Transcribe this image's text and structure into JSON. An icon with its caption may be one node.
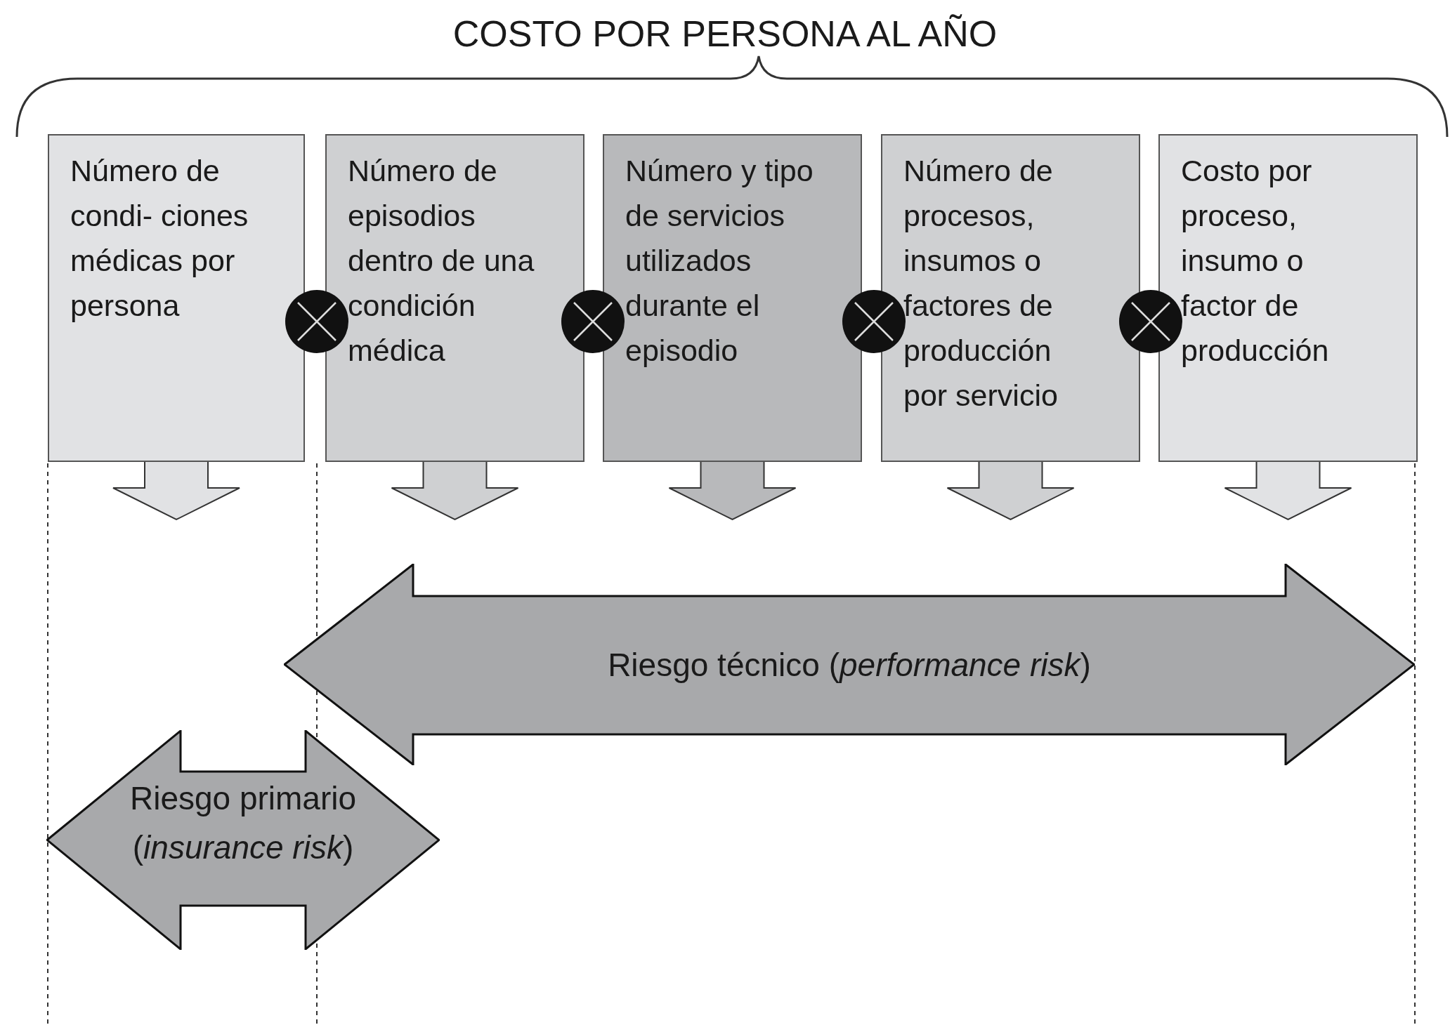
{
  "diagram": {
    "title": "COSTO POR PERSONA AL AÑO",
    "nodes": [
      {
        "text": [
          "Número de condi- ciones médicas por persona"
        ]
      },
      {
        "text": [
          "Número de episodios dentro de una condición médica"
        ]
      },
      {
        "text": [
          "Número y tipo de servicios utilizados durante el episodio"
        ]
      },
      {
        "text": [
          "Número de procesos, insumos o factores de producción por servicio"
        ]
      },
      {
        "text": [
          "Costo por proceso, insumo o factor de producción"
        ]
      },
      {
        "text": [
          "Riesgo técnico (*performance risk*)"
        ]
      },
      {
        "text": [
          "Riesgo primario (*insurance risk*)"
        ]
      }
    ],
    "edges": [
      {
        "from": 0,
        "to": null,
        "arrow": "to"
      },
      {
        "from": 1,
        "to": null,
        "arrow": "to"
      },
      {
        "from": 2,
        "to": null,
        "arrow": "to"
      },
      {
        "from": 3,
        "to": null,
        "arrow": "to"
      },
      {
        "from": 4,
        "to": null,
        "arrow": "to"
      }
    ]
  }
}
